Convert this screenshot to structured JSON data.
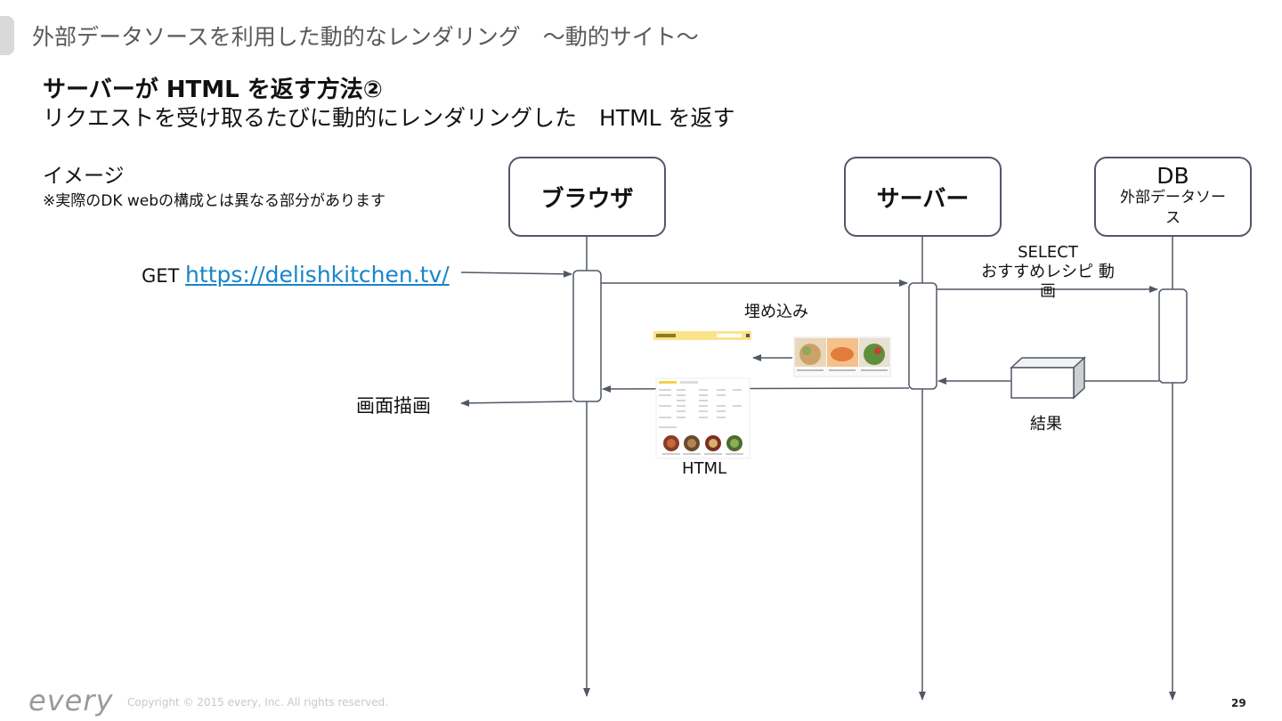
{
  "slide": {
    "title": "外部データソースを利用した動的なレンダリング　～動的サイト～",
    "heading": "サーバーが  HTML を返す方法②",
    "subheading": "リクエストを受け取るたびに動的にレンダリングした　HTML を返す",
    "image_label": "イメージ",
    "image_note": "※実際のDK webの構成とは異なる部分があります"
  },
  "lanes": {
    "browser": "ブラウザ",
    "server": "サーバー",
    "db_title": "DB",
    "db_subtitle": "外部データソース"
  },
  "messages": {
    "get_prefix": "GET ",
    "get_url": "https://delishkitchen.tv/",
    "select_line1": "SELECT",
    "select_line2": "おすすめレシピ 動画",
    "embed": "埋め込み",
    "render": "画面描画",
    "result": "結果",
    "html": "HTML"
  },
  "footer": {
    "logo": "every",
    "copyright": "Copyright © 2015 every, Inc. All rights reserved.",
    "page_number": "29"
  },
  "colors": {
    "lifeline": "#505866",
    "link": "#1a84c9",
    "title_gray": "#595959"
  }
}
